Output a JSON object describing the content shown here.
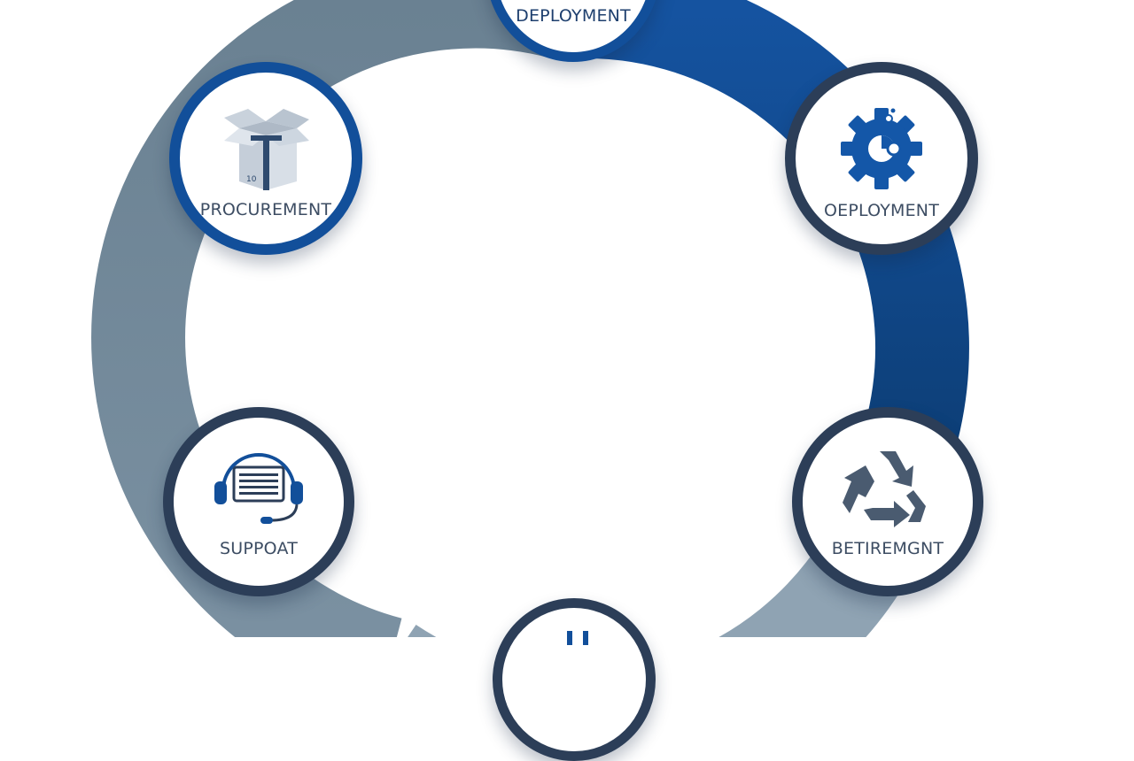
{
  "diagram": {
    "ring_colors": {
      "left_arc": "#6a8192",
      "right_arc": "#0f4a8a",
      "bottom_arc": "#8fa3b3"
    },
    "nodes": {
      "top": {
        "label": "DEPLOYMENT",
        "border_color": "#124f9a"
      },
      "procurement": {
        "label": "PROCUREMENT",
        "icon": "box-icon",
        "border_color": "#124f9a"
      },
      "deployment": {
        "label": "OEPLOYMENT",
        "icon": "gear-icon",
        "border_color": "#2c3e58"
      },
      "support": {
        "label": "SUPPOAT",
        "icon": "headset-icon",
        "border_color": "#2c3e58"
      },
      "retirement": {
        "label": "BETIREMGNT",
        "icon": "recycle-icon",
        "border_color": "#2c3e58"
      },
      "bottom": {
        "icon": "partial-icon",
        "border_color": "#2c3e58"
      }
    }
  }
}
